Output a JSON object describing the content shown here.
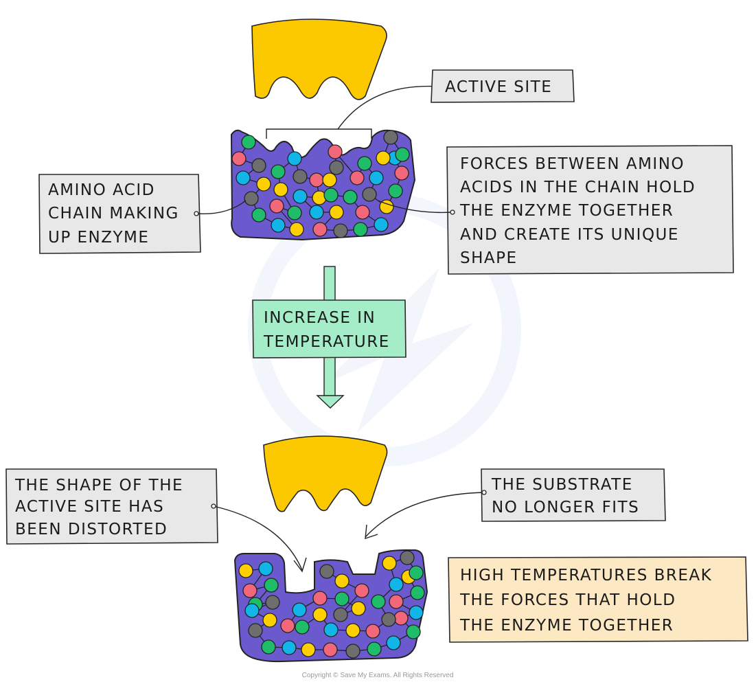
{
  "labels": {
    "active_site": "ACTIVE SITE",
    "amino_acid_chain": [
      "AMINO ACID",
      "CHAIN MAKING",
      "UP ENZYME"
    ],
    "forces": [
      "FORCES BETWEEN AMINO",
      "ACIDS IN THE CHAIN HOLD",
      "THE ENZYME TOGETHER",
      "AND CREATE ITS UNIQUE",
      "SHAPE"
    ],
    "increase_temp": [
      "INCREASE IN",
      "TEMPERATURE"
    ],
    "shape_distorted": [
      "THE SHAPE OF THE",
      "ACTIVE SITE HAS",
      "BEEN DISTORTED"
    ],
    "substrate": [
      "THE SUBSTRATE",
      "NO LONGER FITS"
    ],
    "high_temp": [
      "HIGH TEMPERATURES BREAK",
      "THE FORCES THAT HOLD",
      "THE ENZYME TOGETHER"
    ]
  },
  "copyright": "Copyright © Save My Exams. All Rights Reserved",
  "colors": {
    "substrate": "#fcc900",
    "enzyme": "#6a5acd",
    "grey_box": "#e8e8e8",
    "green_box": "#a5edc8",
    "orange_box": "#fde8c4",
    "arrow_fill": "#a5edc8",
    "amino_colors": [
      "#1fbd6a",
      "#f2677a",
      "#6e6e6e",
      "#12b5e8",
      "#ffd000"
    ]
  }
}
